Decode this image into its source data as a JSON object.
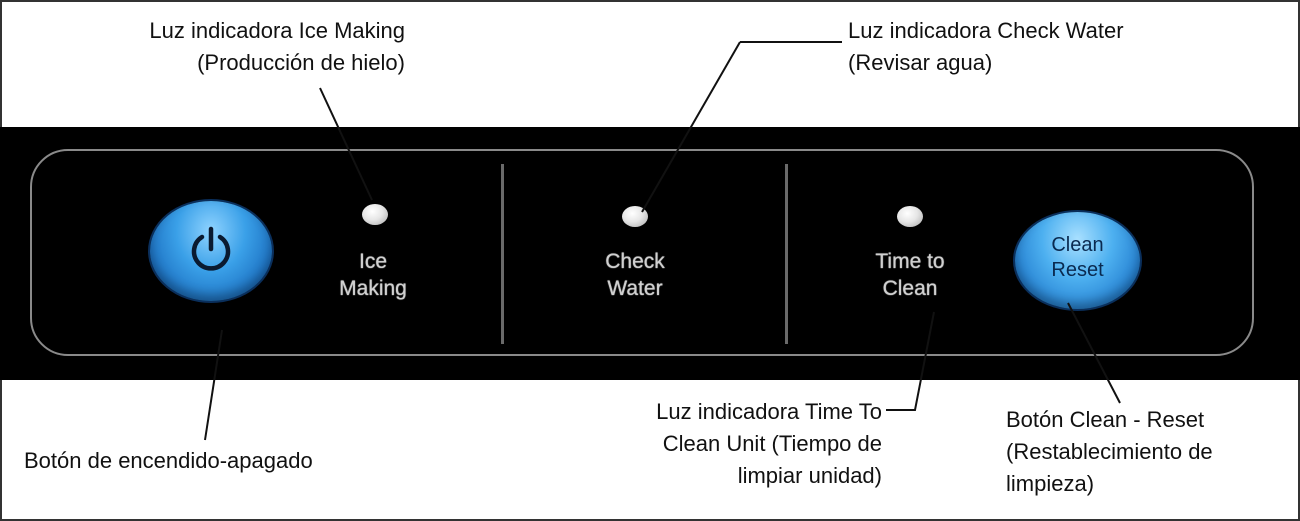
{
  "panel": {
    "ice_making_label": [
      "Ice",
      "Making"
    ],
    "check_water_label": [
      "Check",
      "Water"
    ],
    "time_to_clean_label": [
      "Time to",
      "Clean"
    ],
    "clean_reset_label": [
      "Clean",
      "Reset"
    ],
    "power_icon": "power-icon"
  },
  "annotations": {
    "ice_making": [
      "Luz indicadora Ice Making",
      "(Producción de hielo)"
    ],
    "check_water": [
      "Luz indicadora Check Water",
      "(Revisar agua)"
    ],
    "power_button": [
      "Botón de encendido-apagado"
    ],
    "time_to_clean": [
      "Luz indicadora Time To",
      "Clean Unit (Tiempo de",
      "limpiar unidad)"
    ],
    "clean_reset": [
      "Botón Clean - Reset",
      "(Restablecimiento de",
      "limpieza)"
    ]
  },
  "colors": {
    "panel": "#000000",
    "button_blue": "#1a73c8",
    "led": "#e6e6e6"
  }
}
